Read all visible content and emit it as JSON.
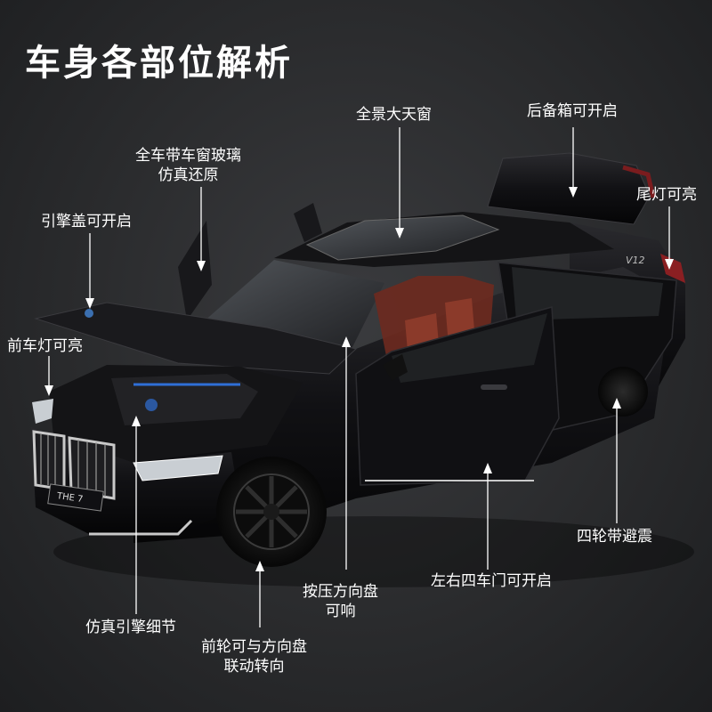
{
  "title": "车身各部位解析",
  "labels": {
    "sunroof": "全景大天窗",
    "trunk": "后备箱可开启",
    "glass_line1": "全车带车窗玻璃",
    "glass_line2": "仿真还原",
    "taillight": "尾灯可亮",
    "hood": "引擎盖可开启",
    "headlight": "前车灯可亮",
    "suspension": "四轮带避震",
    "horn_line1": "按压方向盘",
    "horn_line2": "可响",
    "doors": "左右四车门可开启",
    "engine": "仿真引擎细节",
    "steer_line1": "前轮可与方向盘",
    "steer_line2": "联动转向"
  },
  "car": {
    "plate_text": "THE 7",
    "badge_text": "V12"
  },
  "colors": {
    "background": "#2a2b2d",
    "car_body": "#0d0d0f",
    "interior": "#6e2a1f",
    "chrome": "#c9c9c9",
    "taillight": "#8a1f22",
    "label_text": "#ffffff",
    "pointer_line": "#ffffff"
  }
}
